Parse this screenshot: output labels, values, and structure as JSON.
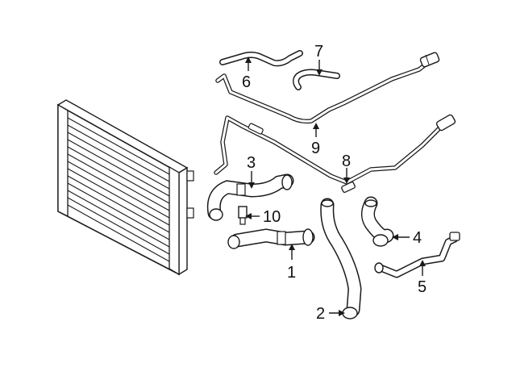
{
  "callouts": [
    {
      "id": "1",
      "label": "1"
    },
    {
      "id": "2",
      "label": "2"
    },
    {
      "id": "3",
      "label": "3"
    },
    {
      "id": "4",
      "label": "4"
    },
    {
      "id": "5",
      "label": "5"
    },
    {
      "id": "6",
      "label": "6"
    },
    {
      "id": "7",
      "label": "7"
    },
    {
      "id": "8",
      "label": "8"
    },
    {
      "id": "9",
      "label": "9"
    },
    {
      "id": "10",
      "label": "10"
    }
  ],
  "colors": {
    "line": "#1a1a1a",
    "background": "#ffffff"
  }
}
